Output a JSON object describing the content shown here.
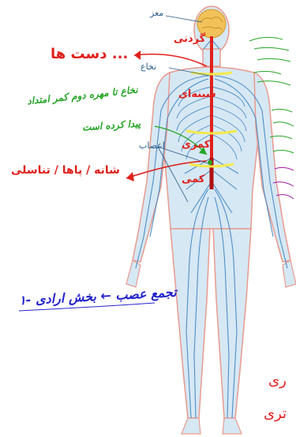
{
  "labels": {
    "brain": "مغز",
    "spinal_cord": "نخاع",
    "nerves": "اعصاب"
  },
  "notes": {
    "red_arm": "دست ها ...",
    "red_neck": "گردنی",
    "red_chest": "سینه‌ای",
    "red_lumbar": "کمری",
    "red_sacral": "کمی",
    "red_pelvis": "شانه / پاها / تناسلی",
    "green_line1": "نخاع تا مهره دوم کمر امتداد",
    "green_line2": "پیدا کرده است",
    "blue_note": "۱- تجمع عصب ← بخش ارادی",
    "right_red1": "ری",
    "right_red2": "تری"
  },
  "colors": {
    "body_fill": "#cfe4f2",
    "nerve": "#4f8fc6",
    "brain": "#f2c25a",
    "spine": "#e0201c",
    "highlight": "#f4e94a",
    "outline": "#e99a8e"
  }
}
